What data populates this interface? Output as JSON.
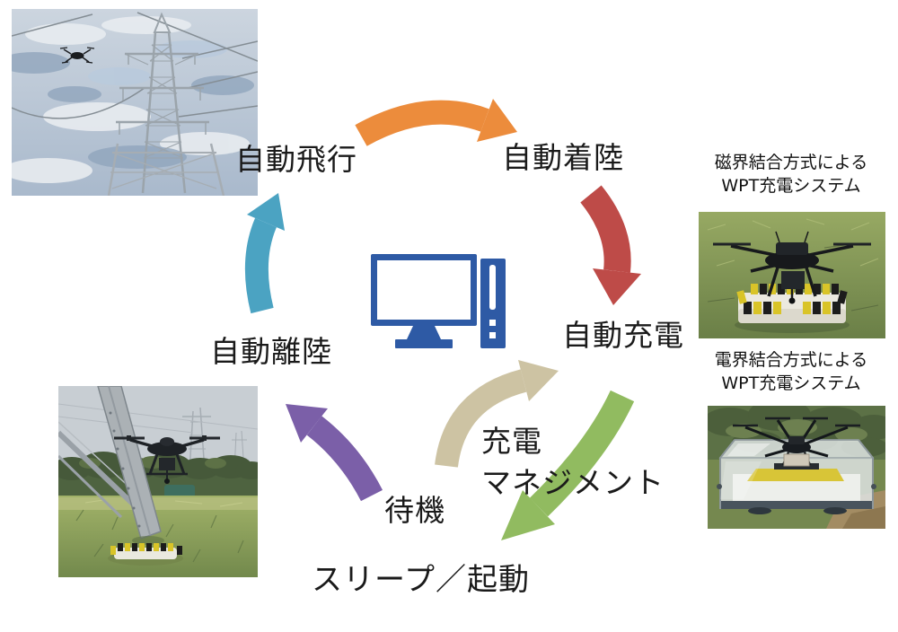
{
  "cycle": {
    "auto_flight": "自動飛行",
    "auto_landing": "自動着陸",
    "auto_charging": "自動充電",
    "charge_management_line1": "充電",
    "charge_management_line2": "マネジメント",
    "standby": "待機",
    "sleep_wake": "スリープ／起動",
    "auto_takeoff": "自動離陸"
  },
  "captions": {
    "magnetic_wpt_line1": "磁界結合方式による",
    "magnetic_wpt_line2": "WPT充電システム",
    "electric_wpt_line1": "電界結合方式による",
    "electric_wpt_line2": "WPT充電システム"
  },
  "colors": {
    "arrow_orange": "#EC8C3C",
    "arrow_red": "#BE4B48",
    "arrow_teal": "#4BA3C2",
    "arrow_purple": "#7B5FA8",
    "arrow_beige": "#CDC3A3",
    "arrow_green": "#91BB60",
    "computer_blue": "#2E5AA5",
    "label_text": "#1A1A1A"
  }
}
